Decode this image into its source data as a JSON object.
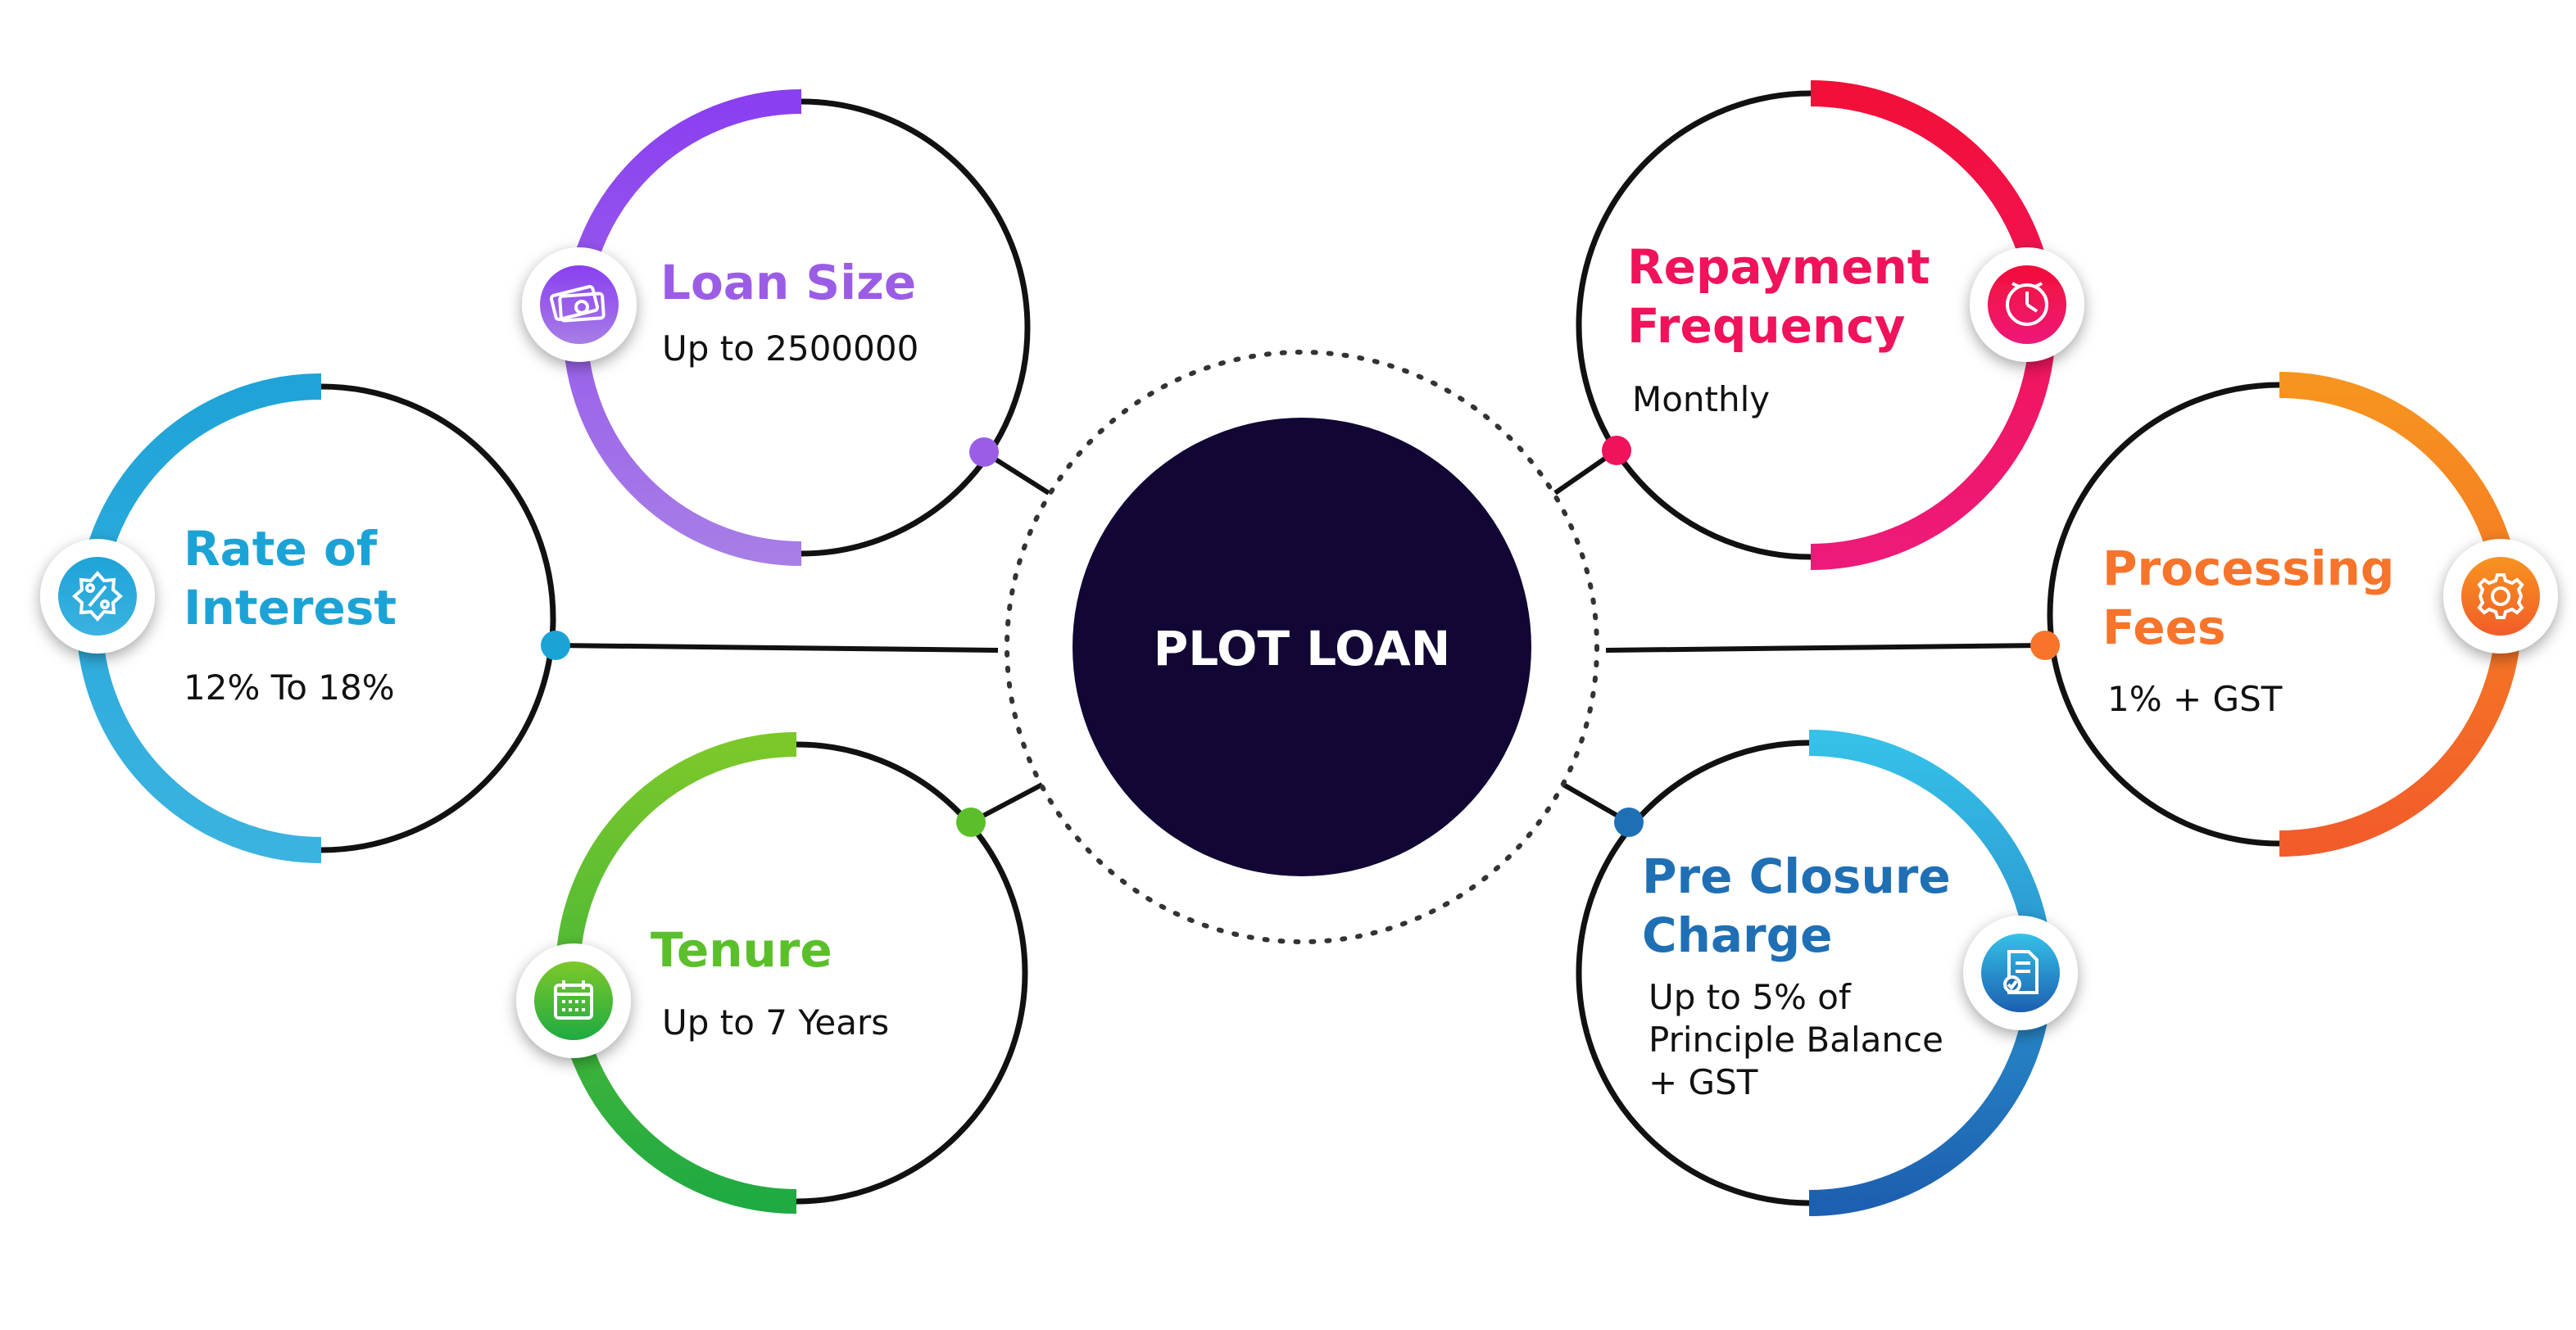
{
  "center": {
    "label": "PLOT LOAN",
    "color": "#120734"
  },
  "nodes": [
    {
      "id": "loan-size",
      "title": [
        "Loan Size"
      ],
      "value": [
        "Up to 2500000"
      ],
      "icon": "money-icon",
      "color": "#9b5de5"
    },
    {
      "id": "rate-of-interest",
      "title": [
        "Rate of",
        "Interest"
      ],
      "value": [
        "12% To 18%"
      ],
      "icon": "percent-badge-icon",
      "color": "#1ca3d6"
    },
    {
      "id": "tenure",
      "title": [
        "Tenure"
      ],
      "value": [
        "Up to 7 Years"
      ],
      "icon": "calendar-icon",
      "color": "#5bbf2b"
    },
    {
      "id": "repayment-frequency",
      "title": [
        "Repayment",
        "Frequency"
      ],
      "value": [
        "Monthly"
      ],
      "icon": "clock-icon",
      "color": "#f0125a"
    },
    {
      "id": "processing-fees",
      "title": [
        "Processing",
        "Fees"
      ],
      "value": [
        "1% + GST"
      ],
      "icon": "gear-icon",
      "color": "#f7742a"
    },
    {
      "id": "pre-closure-charge",
      "title": [
        "Pre Closure",
        "Charge"
      ],
      "value": [
        "Up to 5% of",
        "Principle Balance",
        "+ GST"
      ],
      "icon": "document-check-icon",
      "color": "#1f6fb5"
    }
  ]
}
